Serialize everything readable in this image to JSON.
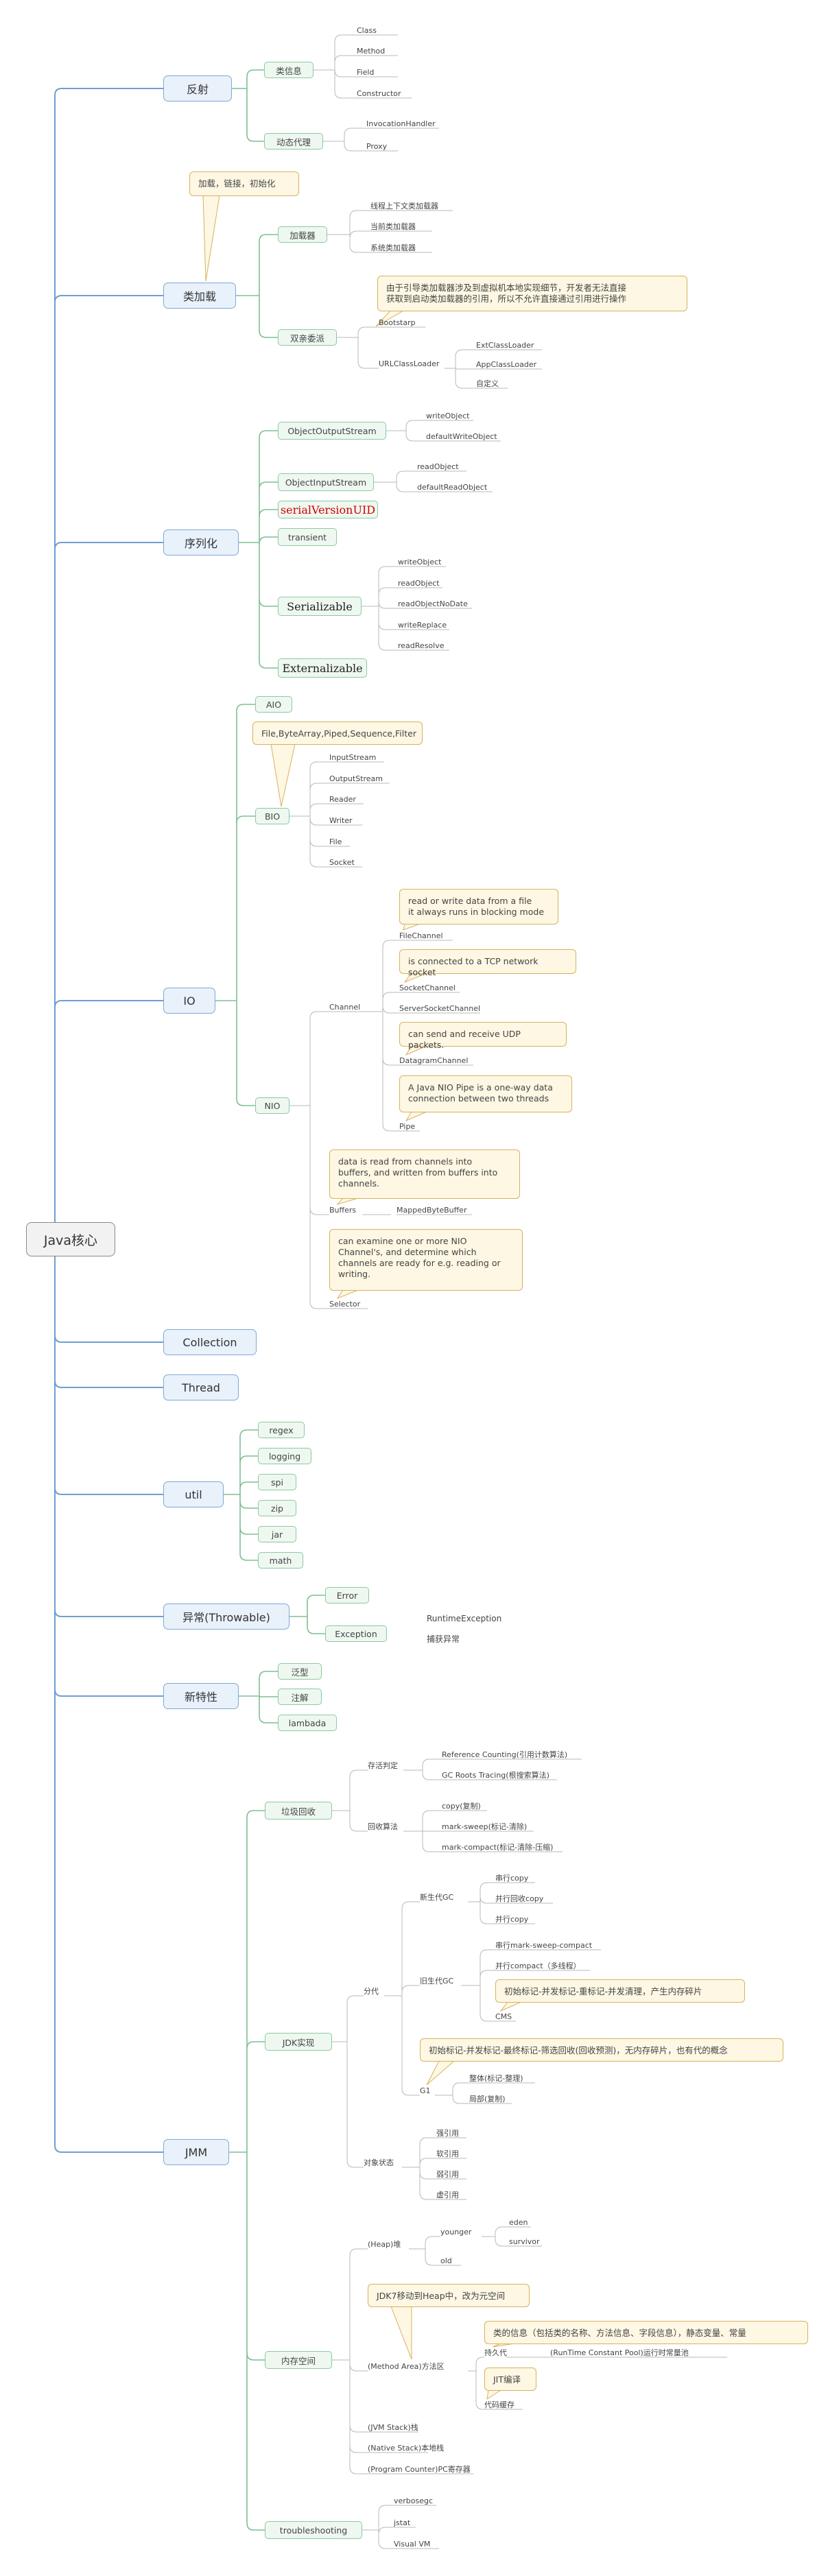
{
  "root": "Java核心",
  "reflection": {
    "label": "反射",
    "class_info": "类信息",
    "class_items": [
      "Class",
      "Method",
      "Field",
      "Constructor"
    ],
    "dynamic_proxy": "动态代理",
    "proxy_items": [
      "InvocationHandler",
      "Proxy"
    ]
  },
  "classloading": {
    "label": "类加载",
    "note": "加载，链接，初始化",
    "loader": "加载器",
    "loader_items": [
      "线程上下文类加载器",
      "当前类加载器",
      "系统类加载器"
    ],
    "delegation": "双亲委派",
    "delegation_note": "由于引导类加载器涉及到虚拟机本地实现细节，开发者无法直接\n获取到启动类加载器的引用，所以不允许直接通过引用进行操作",
    "bootstrap": "Bootstarp",
    "urlclassloader": "URLClassLoader",
    "url_children": [
      "ExtClassLoader",
      "AppClassLoader",
      "自定义"
    ]
  },
  "serialization": {
    "label": "序列化",
    "oos": "ObjectOutputStream",
    "oos_items": [
      "writeObject",
      "defaultWriteObject"
    ],
    "ois": "ObjectInputStream",
    "ois_items": [
      "readObject",
      "defaultReadObject"
    ],
    "uid": "serialVersionUID",
    "transient": "transient",
    "serializable": "Serializable",
    "serializable_items": [
      "writeObject",
      "readObject",
      "readObjectNoDate",
      "writeReplace",
      "readResolve"
    ],
    "externalizable": "Externalizable"
  },
  "io": {
    "label": "IO",
    "aio": "AIO",
    "bio": "BIO",
    "bio_note": "File,ByteArray,Piped,Sequence,Filter",
    "bio_items": [
      "InputStream",
      "OutputStream",
      "Reader",
      "Writer",
      "File",
      "Socket"
    ],
    "nio": "NIO",
    "channel": "Channel",
    "filechannel_note": "read or write data from a file\nit always runs in blocking mode",
    "filechannel": "FileChannel",
    "socketchannel_note": "is connected to a TCP network socket",
    "socketchannel": "SocketChannel",
    "serversocketchannel": "ServerSocketChannel",
    "datagram_note": "can send and receive UDP packets.",
    "datagramchannel": "DatagramChannel",
    "pipe_note": "A Java NIO Pipe is a one-way data\nconnection between two threads",
    "pipe": "Pipe",
    "buffers_note": "data is read from channels into\nbuffers, and written from buffers into\nchannels.",
    "buffers": "Buffers",
    "mapped": "MappedByteBuffer",
    "selector_note": "can examine one or more NIO\nChannel's, and determine which\nchannels are ready for e.g. reading or\nwriting.",
    "selector": "Selector"
  },
  "collection": "Collection",
  "thread": "Thread",
  "util": {
    "label": "util",
    "items": [
      "regex",
      "logging",
      "spi",
      "zip",
      "jar",
      "math"
    ]
  },
  "throwable": {
    "label": "异常(Throwable)",
    "error": "Error",
    "exception": "Exception",
    "exception_items": [
      "RuntimeException",
      "捕获异常"
    ]
  },
  "features": {
    "label": "新特性",
    "items": [
      "泛型",
      "注解",
      "lambada"
    ]
  },
  "jmm": {
    "label": "JMM",
    "gc": "垃圾回收",
    "survival": "存活判定",
    "survival_items": [
      "Reference Counting(引用计数算法)",
      "GC Roots Tracing(根搜索算法)"
    ],
    "algorithms": "回收算法",
    "algorithm_items": [
      "copy(复制)",
      "mark-sweep(标记-清除)",
      "mark-compact(标记-清除-压缩)"
    ],
    "jdk": "JDK实现",
    "generational": "分代",
    "young": "新生代GC",
    "young_items": [
      "串行copy",
      "并行回收copy",
      "并行copy"
    ],
    "old": "旧生代GC",
    "old_items": [
      "串行mark-sweep-compact",
      "并行compact（多线程）"
    ],
    "cms_note": "初始标记-并发标记-重标记-并发清理，产生内存碎片",
    "cms": "CMS",
    "g1_note": "初始标记-并发标记-最终标记-筛选回收(回收预测)，无内存碎片，也有代的概念",
    "g1": "G1",
    "g1_items": [
      "整体(标记-整理)",
      "局部(复制)"
    ],
    "reference": "对象状态",
    "reference_items": [
      "强引用",
      "软引用",
      "弱引用",
      "虚引用"
    ],
    "memory": "内存空间",
    "heap": "(Heap)堆",
    "younger": "younger",
    "younger_items": [
      "eden",
      "survivor"
    ],
    "old_gen": "old",
    "method_note": "JDK7移动到Heap中，改为元空间",
    "method_area": "(Method Area)方法区",
    "perm_note": "类的信息（包括类的名称、方法信息、字段信息），静态变量、常量",
    "perm": "持久代",
    "rcp": "(RunTime Constant Pool)运行时常量池",
    "jit_note": "JIT编译",
    "code_cache": "代码缓存",
    "jvm_stack": "(JVM Stack)栈",
    "native_stack": "(Native Stack)本地栈",
    "pc": "(Program Counter)PC寄存器",
    "troubleshooting": "troubleshooting",
    "ts_items": [
      "verbosegc",
      "jstat",
      "Visual VM"
    ]
  }
}
